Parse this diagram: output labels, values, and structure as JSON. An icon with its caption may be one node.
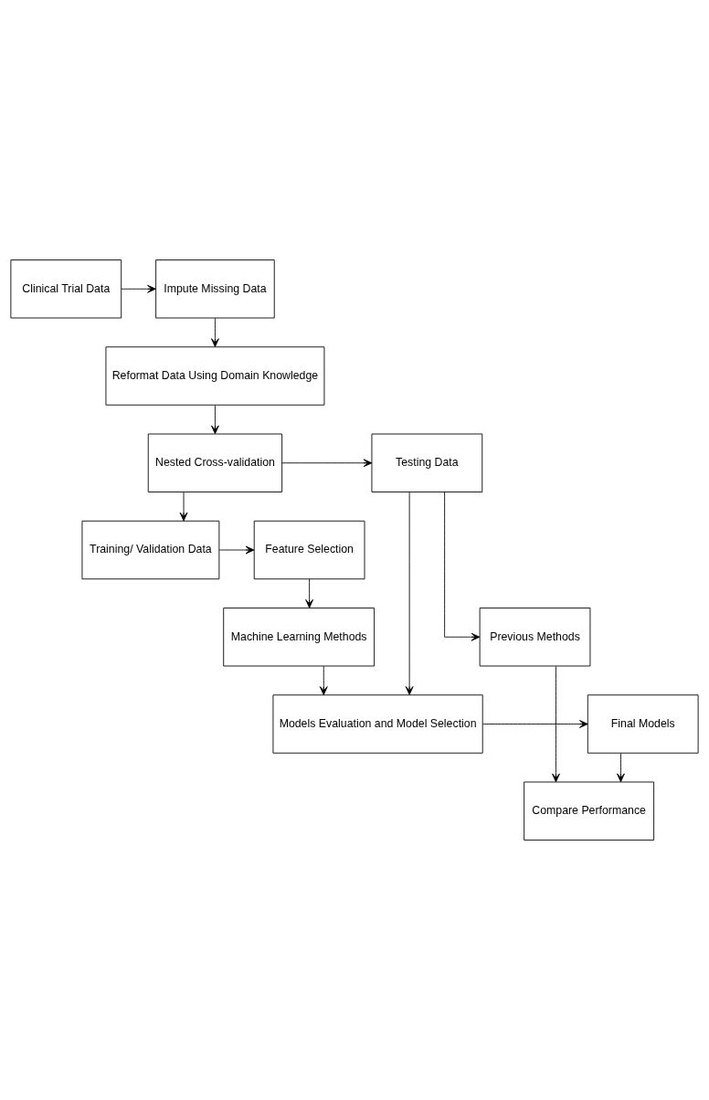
{
  "diagram": {
    "nodes": [
      {
        "text": [
          "Clinical Trial Data"
        ]
      },
      {
        "text": [
          "Impute Missing Data"
        ]
      },
      {
        "text": [
          "Reformat Data Using Domain Knowledge"
        ]
      },
      {
        "text": [
          "Nested Cross-validation"
        ]
      },
      {
        "text": [
          "Testing Data"
        ]
      },
      {
        "text": [
          "Feature Selection"
        ]
      },
      {
        "text": [
          "Training/ Validation Data"
        ]
      },
      {
        "text": [
          "Previous Methods"
        ]
      },
      {
        "text": [
          "Machine Learning Methods"
        ]
      },
      {
        "text": [
          "Compare Performance"
        ]
      },
      {
        "text": [
          "Models Evaluation and Model Selection"
        ]
      },
      {
        "text": [
          "Final Models"
        ]
      }
    ],
    "edges": [
      {
        "from": 0,
        "to": 1,
        "arrow": "to"
      },
      {
        "from": 1,
        "to": 2,
        "arrow": "to"
      },
      {
        "from": 2,
        "to": 3,
        "arrow": "to"
      },
      {
        "from": 3,
        "to": 4,
        "arrow": "to"
      },
      {
        "from": 3,
        "to": 6,
        "arrow": "to"
      },
      {
        "from": 6,
        "to": 5,
        "arrow": "to"
      },
      {
        "from": 4,
        "to": 7,
        "arrow": "to"
      },
      {
        "from": 7,
        "to": 9,
        "arrow": "to"
      },
      {
        "from": 5,
        "to": 8,
        "arrow": "to"
      },
      {
        "from": 8,
        "to": 10,
        "arrow": "to"
      },
      {
        "from": 4,
        "to": 10,
        "arrow": "to"
      },
      {
        "from": 10,
        "to": 11,
        "arrow": "to"
      },
      {
        "from": 11,
        "to": 9,
        "arrow": "to"
      }
    ]
  }
}
